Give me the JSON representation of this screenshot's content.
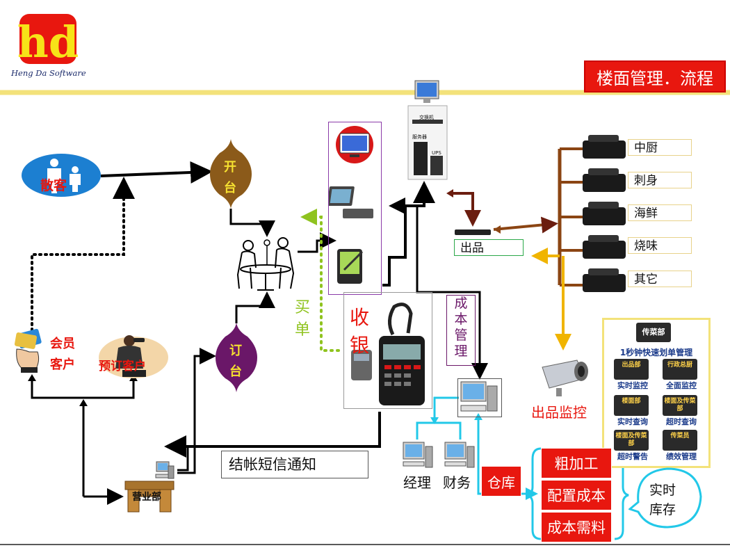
{
  "logo": {
    "mark": "hd",
    "text": "Heng Da Software"
  },
  "title": "楼面管理．流程",
  "colors": {
    "accent_red": "#e8170f",
    "line_yellow": "#f3e27a",
    "gold": "#f0b400",
    "brown": "#8b4513"
  },
  "nodes": {
    "guest": "散客",
    "open_table": [
      "开",
      "台"
    ],
    "member": [
      "会员",
      "客户"
    ],
    "reserve": "预订客户",
    "book_table": [
      "订",
      "台"
    ],
    "business": "营业部",
    "buy": [
      "买",
      "单"
    ],
    "cashier": [
      "收",
      "银"
    ],
    "cost_mgmt": [
      "成",
      "本",
      "管",
      "理"
    ],
    "sms": "结帐短信通知",
    "manager": "经理",
    "finance": "财务",
    "warehouse": "仓库",
    "rough": "粗加工",
    "config_cost": "配置成本",
    "cost_need": "成本需料",
    "realtime": [
      "实时",
      "库存"
    ],
    "output": "出品",
    "output_monitor": "出品监控",
    "server_labels": {
      "switch": "交换机",
      "server": "服务器",
      "ups": "UPS"
    }
  },
  "kitchens": [
    "中厨",
    "刺身",
    "海鲜",
    "烧味",
    "其它"
  ],
  "panel": {
    "top": "传菜部",
    "heading": "1秒钟快速划单管理",
    "items": [
      {
        "icon": "出品部",
        "caption": "实时监控"
      },
      {
        "icon": "行政总厨",
        "caption": "全面监控"
      },
      {
        "icon": "楼面部",
        "caption": "实时查询"
      },
      {
        "icon": "楼面及传菜部",
        "caption": "超时查询"
      },
      {
        "icon": "楼面及传菜部",
        "caption": "超时警告"
      },
      {
        "icon": "传菜员",
        "caption": "绩效管理"
      }
    ]
  }
}
